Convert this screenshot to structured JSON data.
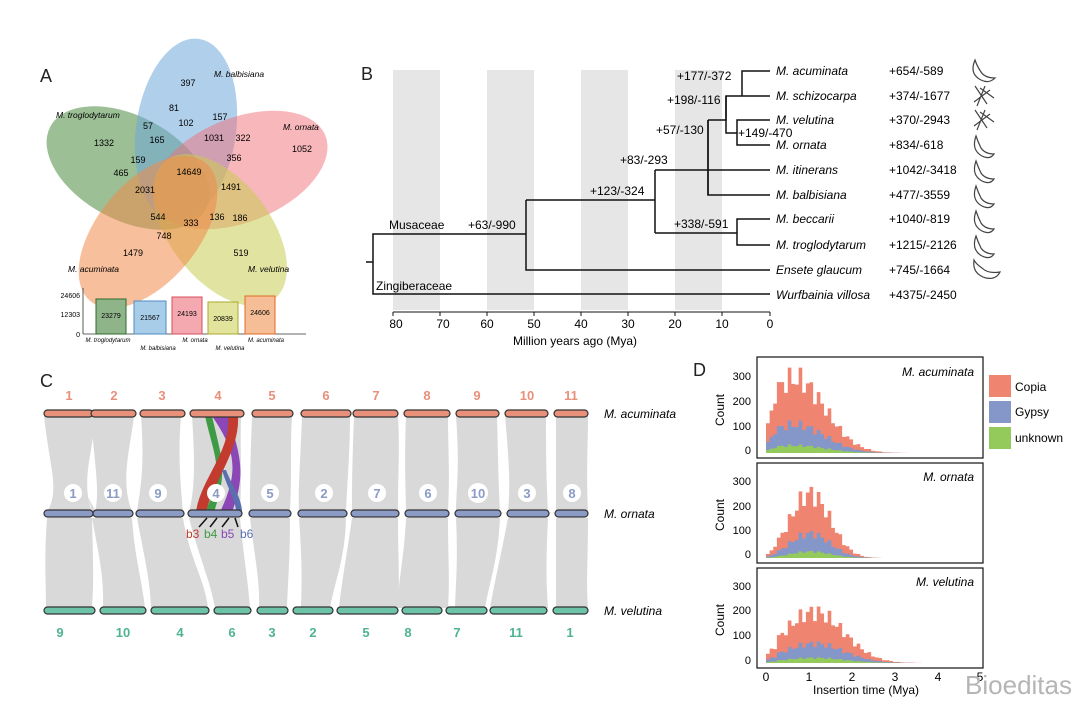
{
  "panels": {
    "A": {
      "letter": "A",
      "venn": {
        "sets": [
          {
            "name": "M. troglodytarum",
            "color": "#4b8b3f"
          },
          {
            "name": "M. balbisiana",
            "color": "#6fa8d9"
          },
          {
            "name": "M. ornata",
            "color": "#ef6f78"
          },
          {
            "name": "M. velutina",
            "color": "#c9cc52"
          },
          {
            "name": "M. acuminata",
            "color": "#f08a4b"
          }
        ],
        "counts": [
          "397",
          "81",
          "157",
          "102",
          "1332",
          "57",
          "165",
          "1031",
          "322",
          "1052",
          "159",
          "356",
          "465",
          "14649",
          "2031",
          "1491",
          "544",
          "136",
          "186",
          "333",
          "748",
          "1479",
          "519"
        ]
      },
      "bars": {
        "yticks": [
          "24606",
          "12303",
          "0"
        ],
        "values": [
          "23279",
          "21567",
          "24193",
          "20839",
          "24606"
        ],
        "labels": [
          "M. troglodytarum",
          "M. balbisiana",
          "M. ornata",
          "M. velutina",
          "M. acuminata"
        ]
      }
    },
    "B": {
      "letter": "B",
      "tree": {
        "taxa": [
          {
            "name": "M. acuminata",
            "change": "+654/-589"
          },
          {
            "name": "M. schizocarpa",
            "change": "+374/-1677"
          },
          {
            "name": "M. velutina",
            "change": "+370/-2943"
          },
          {
            "name": "M. ornata",
            "change": "+834/-618"
          },
          {
            "name": "M. itinerans",
            "change": "+1042/-3418"
          },
          {
            "name": "M. balbisiana",
            "change": "+477/-3559"
          },
          {
            "name": "M. beccarii",
            "change": "+1040/-819"
          },
          {
            "name": "M. troglodytarum",
            "change": "+1215/-2126"
          },
          {
            "name": "Ensete glaucum",
            "change": "+745/-1664"
          },
          {
            "name": "Wurfbainia villosa",
            "change": "+4375/-2450"
          }
        ],
        "node_labels": [
          "+177/-372",
          "+198/-116",
          "+149/-470",
          "+57/-130",
          "+83/-293",
          "+123/-324",
          "+338/-591",
          "+63/-990"
        ],
        "clades": [
          "Musaceae",
          "Zingiberaceae"
        ],
        "axis_ticks": [
          "80",
          "70",
          "60",
          "50",
          "40",
          "30",
          "20",
          "10",
          "0"
        ],
        "axis_label": "Million years ago (Mya)"
      }
    },
    "C": {
      "letter": "C",
      "species": [
        "M. acuminata",
        "M. ornata",
        "M. velutina"
      ],
      "top_chroms": [
        "1",
        "2",
        "3",
        "4",
        "5",
        "6",
        "7",
        "8",
        "9",
        "10",
        "11"
      ],
      "mid_chroms": [
        "1",
        "11",
        "9",
        "4",
        "5",
        "2",
        "7",
        "6",
        "10",
        "3",
        "8"
      ],
      "bot_chroms": [
        "9",
        "10",
        "4",
        "6",
        "3",
        "2",
        "5",
        "8",
        "7",
        "11",
        "1"
      ],
      "blocks": [
        "b3",
        "b4",
        "b5",
        "b6"
      ],
      "colors": {
        "top": "#e8907a",
        "mid": "#8b9bc6",
        "bot": "#6cc3a8",
        "b3": "#c23b2e",
        "b4": "#3f9a44",
        "b5": "#8a47b5",
        "b6": "#5a6fb0"
      }
    },
    "D": {
      "letter": "D",
      "panels": [
        "M. acuminata",
        "M. ornata",
        "M. velutina"
      ],
      "ylabel": "Count",
      "yticks": [
        "300",
        "200",
        "100",
        "0"
      ],
      "xticks": [
        "0",
        "1",
        "2",
        "3",
        "4",
        "5"
      ],
      "xlabel": "Insertion time (Mya)",
      "legend": [
        {
          "name": "Copia",
          "color": "#ef8470"
        },
        {
          "name": "Gypsy",
          "color": "#8597c8"
        },
        {
          "name": "unknown",
          "color": "#94c95b"
        }
      ]
    }
  },
  "watermark": "Bioeditas"
}
